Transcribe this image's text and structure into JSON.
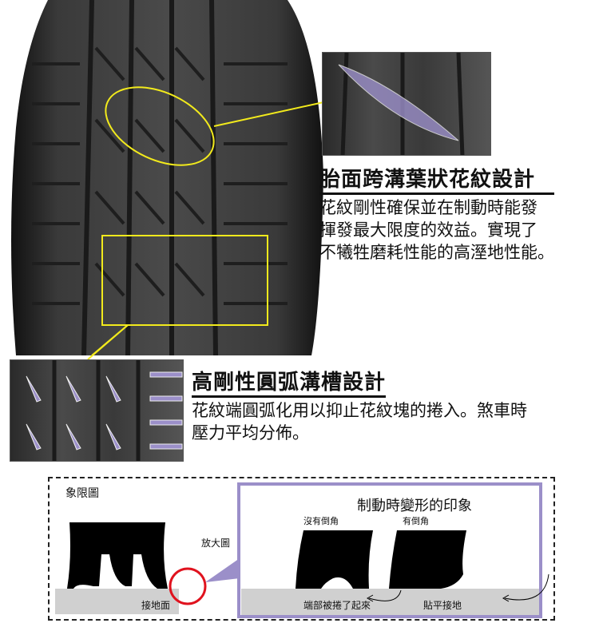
{
  "feature1": {
    "title": "胎面跨溝葉狀花紋設計",
    "lines": [
      "花紋剛性確保並在制動時能發",
      "揮發最大限度的效益。實現了",
      "不犧牲磨耗性能的高溼地性能。"
    ]
  },
  "feature2": {
    "title": "高剛性圓弧溝槽設計",
    "lines": [
      "花紋端圓弧化用以抑止花紋塊的捲入。煞車時",
      "壓力平均分佈。"
    ]
  },
  "diagram": {
    "label_schematic": "象限圖",
    "label_zoom": "放大圖",
    "label_ground": "接地面",
    "title": "制動時變形的印象",
    "label_no_chamfer": "沒有倒角",
    "label_chamfer": "有倒角",
    "label_curl": "端部被捲了起來",
    "label_flat": "貼平接地"
  },
  "colors": {
    "highlight": "#f2ea1c",
    "accent": "#9b8fc9",
    "circle": "#e0121e"
  }
}
